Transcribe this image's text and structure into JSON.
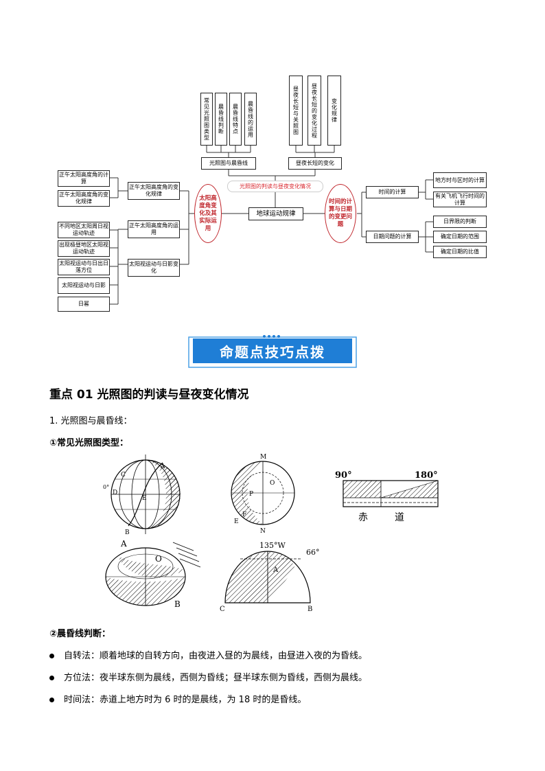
{
  "mindmap": {
    "center": "地球运动规律",
    "left_oval": "太阳高度角变化及其实际运用",
    "right_oval": "时间的计算与日期的变更问题",
    "top_red_label": "光照图的判读与昼夜变化情况",
    "top_left_branch": "光照图与晨昏线",
    "top_right_branch": "昼夜长短的变化",
    "top_left_leaves": [
      "常见光照图类型",
      "晨昏线判断",
      "晨昏线特点",
      "晨昏线的运用"
    ],
    "top_right_leaves": [
      "昼夜长短与关照图",
      "昼夜长短的变化过程",
      "变化规律"
    ],
    "left_mid": [
      "正午太阳高度角的变化规律",
      "正午太阳高度角的运用",
      "太阳视运动与日影变化"
    ],
    "left_leaves_1": [
      "正午太阳高度角的计算",
      "正午太阳高度角的变化规律"
    ],
    "left_leaves_2": [
      "不同地区太阳周日视运动轨迹",
      "出现极昼地区太阳视运动轨迹",
      "太阳视运动与日出日落方位",
      "太阳视运动与日影",
      "日晷"
    ],
    "right_mid": [
      "时间的计算",
      "日期问题的计算"
    ],
    "right_leaves_1": [
      "地方时与区时的计算",
      "有关飞机飞行时间的计算"
    ],
    "right_leaves_2": [
      "日界限的判断",
      "确定日期的范围",
      "确定日期的比值"
    ]
  },
  "banner": "命题点技巧点拨",
  "section_title": "重点 01  光照图的判读与昼夜变化情况",
  "sub1": "1. 光照图与晨昏线：",
  "sub1a": "①常见光照图类型：",
  "figure_labels": {
    "fig1": [
      "A",
      "C",
      "0°",
      "D",
      "E",
      "B"
    ],
    "fig2": [
      "M",
      "O",
      "P",
      "F",
      "E",
      "N"
    ],
    "fig3": [
      "90°",
      "180°",
      "赤",
      "道"
    ],
    "fig4": [
      "A",
      "O",
      "B"
    ],
    "fig5": [
      "135°W",
      "66°",
      "A",
      "C",
      "B"
    ]
  },
  "sub2": "②晨昏线判断：",
  "bullets": [
    "自转法：顺着地球的自转方向，由夜进入昼的为晨线，由昼进入夜的为昏线。",
    "方位法：夜半球东侧为晨线，西侧为昏线；昼半球东侧为昏线，西侧为晨线。",
    "时间法：赤道上地方时为 6 时的是晨线，为 18 时的是昏线。"
  ]
}
